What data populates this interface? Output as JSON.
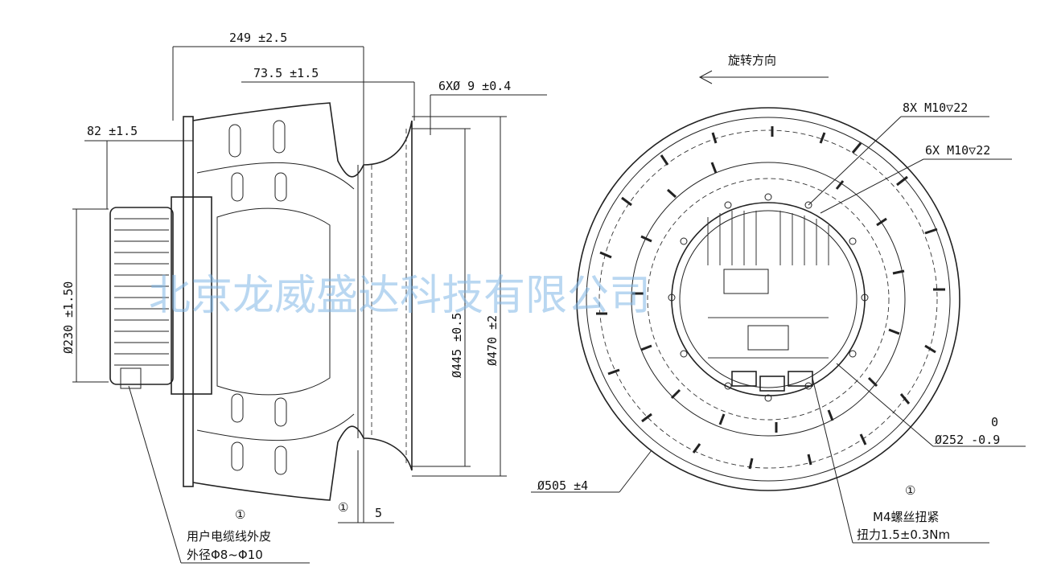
{
  "side_view": {
    "dim_overall_length": "249 ±2.5",
    "dim_inlet_length": "73.5 ±1.5",
    "dim_hole": "6XØ 9 ±0.4",
    "dim_motor_offset": "82 ±1.5",
    "dim_motor_diameter": "Ø230 ±1.50",
    "dim_inner_diameter": "Ø445 ±0.5",
    "dim_outer_diameter": "Ø470 ±2",
    "dim_flange": "5",
    "callout_marker": "①",
    "cable_callout_marker": "①",
    "cable_note_line1": "用户电缆线外皮",
    "cable_note_line2": "外径Φ8~Φ10"
  },
  "front_view": {
    "rotation_label": "旋转方向",
    "screw_note_1": "8X M10▽22",
    "screw_note_2": "6X M10▽22",
    "dim_inner_circle_tol": "0",
    "dim_inner_circle": "Ø252 -0.9",
    "dim_outer": "Ø505 ±4",
    "torque_marker": "①",
    "torque_line1": "M4螺丝扭紧",
    "torque_line2": "扭力1.5±0.3Nm"
  },
  "watermark": "北京龙威盛达科技有限公司"
}
